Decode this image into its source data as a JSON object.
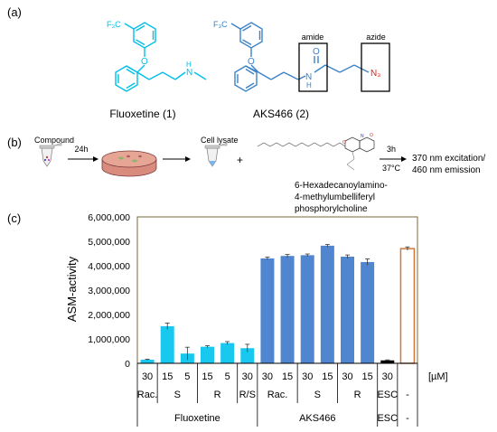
{
  "panel_a": {
    "label": "(a)",
    "compound1_name": "Fluoxetine (1)",
    "compound2_name": "AKS466 (2)",
    "amide_label": "amide",
    "azide_label": "azide",
    "cf3": "F₃C",
    "o_atom": "O",
    "n_atom": "N",
    "h_atom": "H",
    "azide_formula": "N₃",
    "colors": {
      "fluoxetine": "#00bfe8",
      "aks466": "#3b82c8",
      "azide": "#e02020"
    }
  },
  "panel_b": {
    "label": "(b)",
    "compound_label": "Compound",
    "time1": "24h",
    "lysate_label": "Cell lysate",
    "plus": "+",
    "substrate_line1": "6-Hexadecanoylamino-",
    "substrate_line2": "4-methylumbelliferyl",
    "substrate_line3": "phosphorylcholine",
    "time2": "3h",
    "temp": "37°C",
    "readout_line1": "370 nm excitation/",
    "readout_line2": "460 nm emission"
  },
  "panel_c": {
    "label": "(c)",
    "unit_label": "[µM]",
    "minus_label": "-"
  },
  "chart_data": {
    "type": "bar",
    "ylabel": "ASM-activity",
    "ylim": [
      0,
      6000000
    ],
    "yticks": [
      "0",
      "1,000,000",
      "2,000,000",
      "3,000,000",
      "4,000,000",
      "5,000,000",
      "6,000,000"
    ],
    "concentrations": [
      "30",
      "15",
      "5",
      "15",
      "5",
      "30",
      "30",
      "15",
      "30",
      "15",
      "30",
      "15",
      "30",
      ""
    ],
    "values": [
      150000,
      1520000,
      400000,
      680000,
      830000,
      620000,
      4300000,
      4400000,
      4430000,
      4820000,
      4370000,
      4150000,
      120000,
      4700000
    ],
    "errors": [
      20000,
      130000,
      260000,
      40000,
      60000,
      160000,
      50000,
      60000,
      50000,
      50000,
      70000,
      130000,
      20000,
      70000
    ],
    "groups": [
      "fluoxetine",
      "fluoxetine",
      "fluoxetine",
      "fluoxetine",
      "fluoxetine",
      "fluoxetine",
      "aks466",
      "aks466",
      "aks466",
      "aks466",
      "aks466",
      "aks466",
      "esc",
      "control"
    ],
    "isomer_labels": [
      {
        "label": "Rac.",
        "from": 0,
        "to": 0
      },
      {
        "label": "S",
        "from": 1,
        "to": 2
      },
      {
        "label": "R",
        "from": 3,
        "to": 4
      },
      {
        "label": "R/S",
        "from": 5,
        "to": 5
      },
      {
        "label": "Rac.",
        "from": 6,
        "to": 7
      },
      {
        "label": "S",
        "from": 8,
        "to": 9
      },
      {
        "label": "R",
        "from": 10,
        "to": 11
      },
      {
        "label": "ESC",
        "from": 12,
        "to": 12
      },
      {
        "label": "-",
        "from": 13,
        "to": 13
      }
    ],
    "group_labels": [
      {
        "label": "Fluoxetine",
        "from": 0,
        "to": 5
      },
      {
        "label": "AKS466",
        "from": 6,
        "to": 11
      },
      {
        "label": "ESC",
        "from": 12,
        "to": 12
      },
      {
        "label": "-",
        "from": 13,
        "to": 13
      }
    ],
    "colors": {
      "fluoxetine": "#18c8ef",
      "aks466": "#4f86cf",
      "esc": "#000000",
      "control_outline": "#d0783a",
      "plot_border": "#7a6a3a"
    }
  }
}
